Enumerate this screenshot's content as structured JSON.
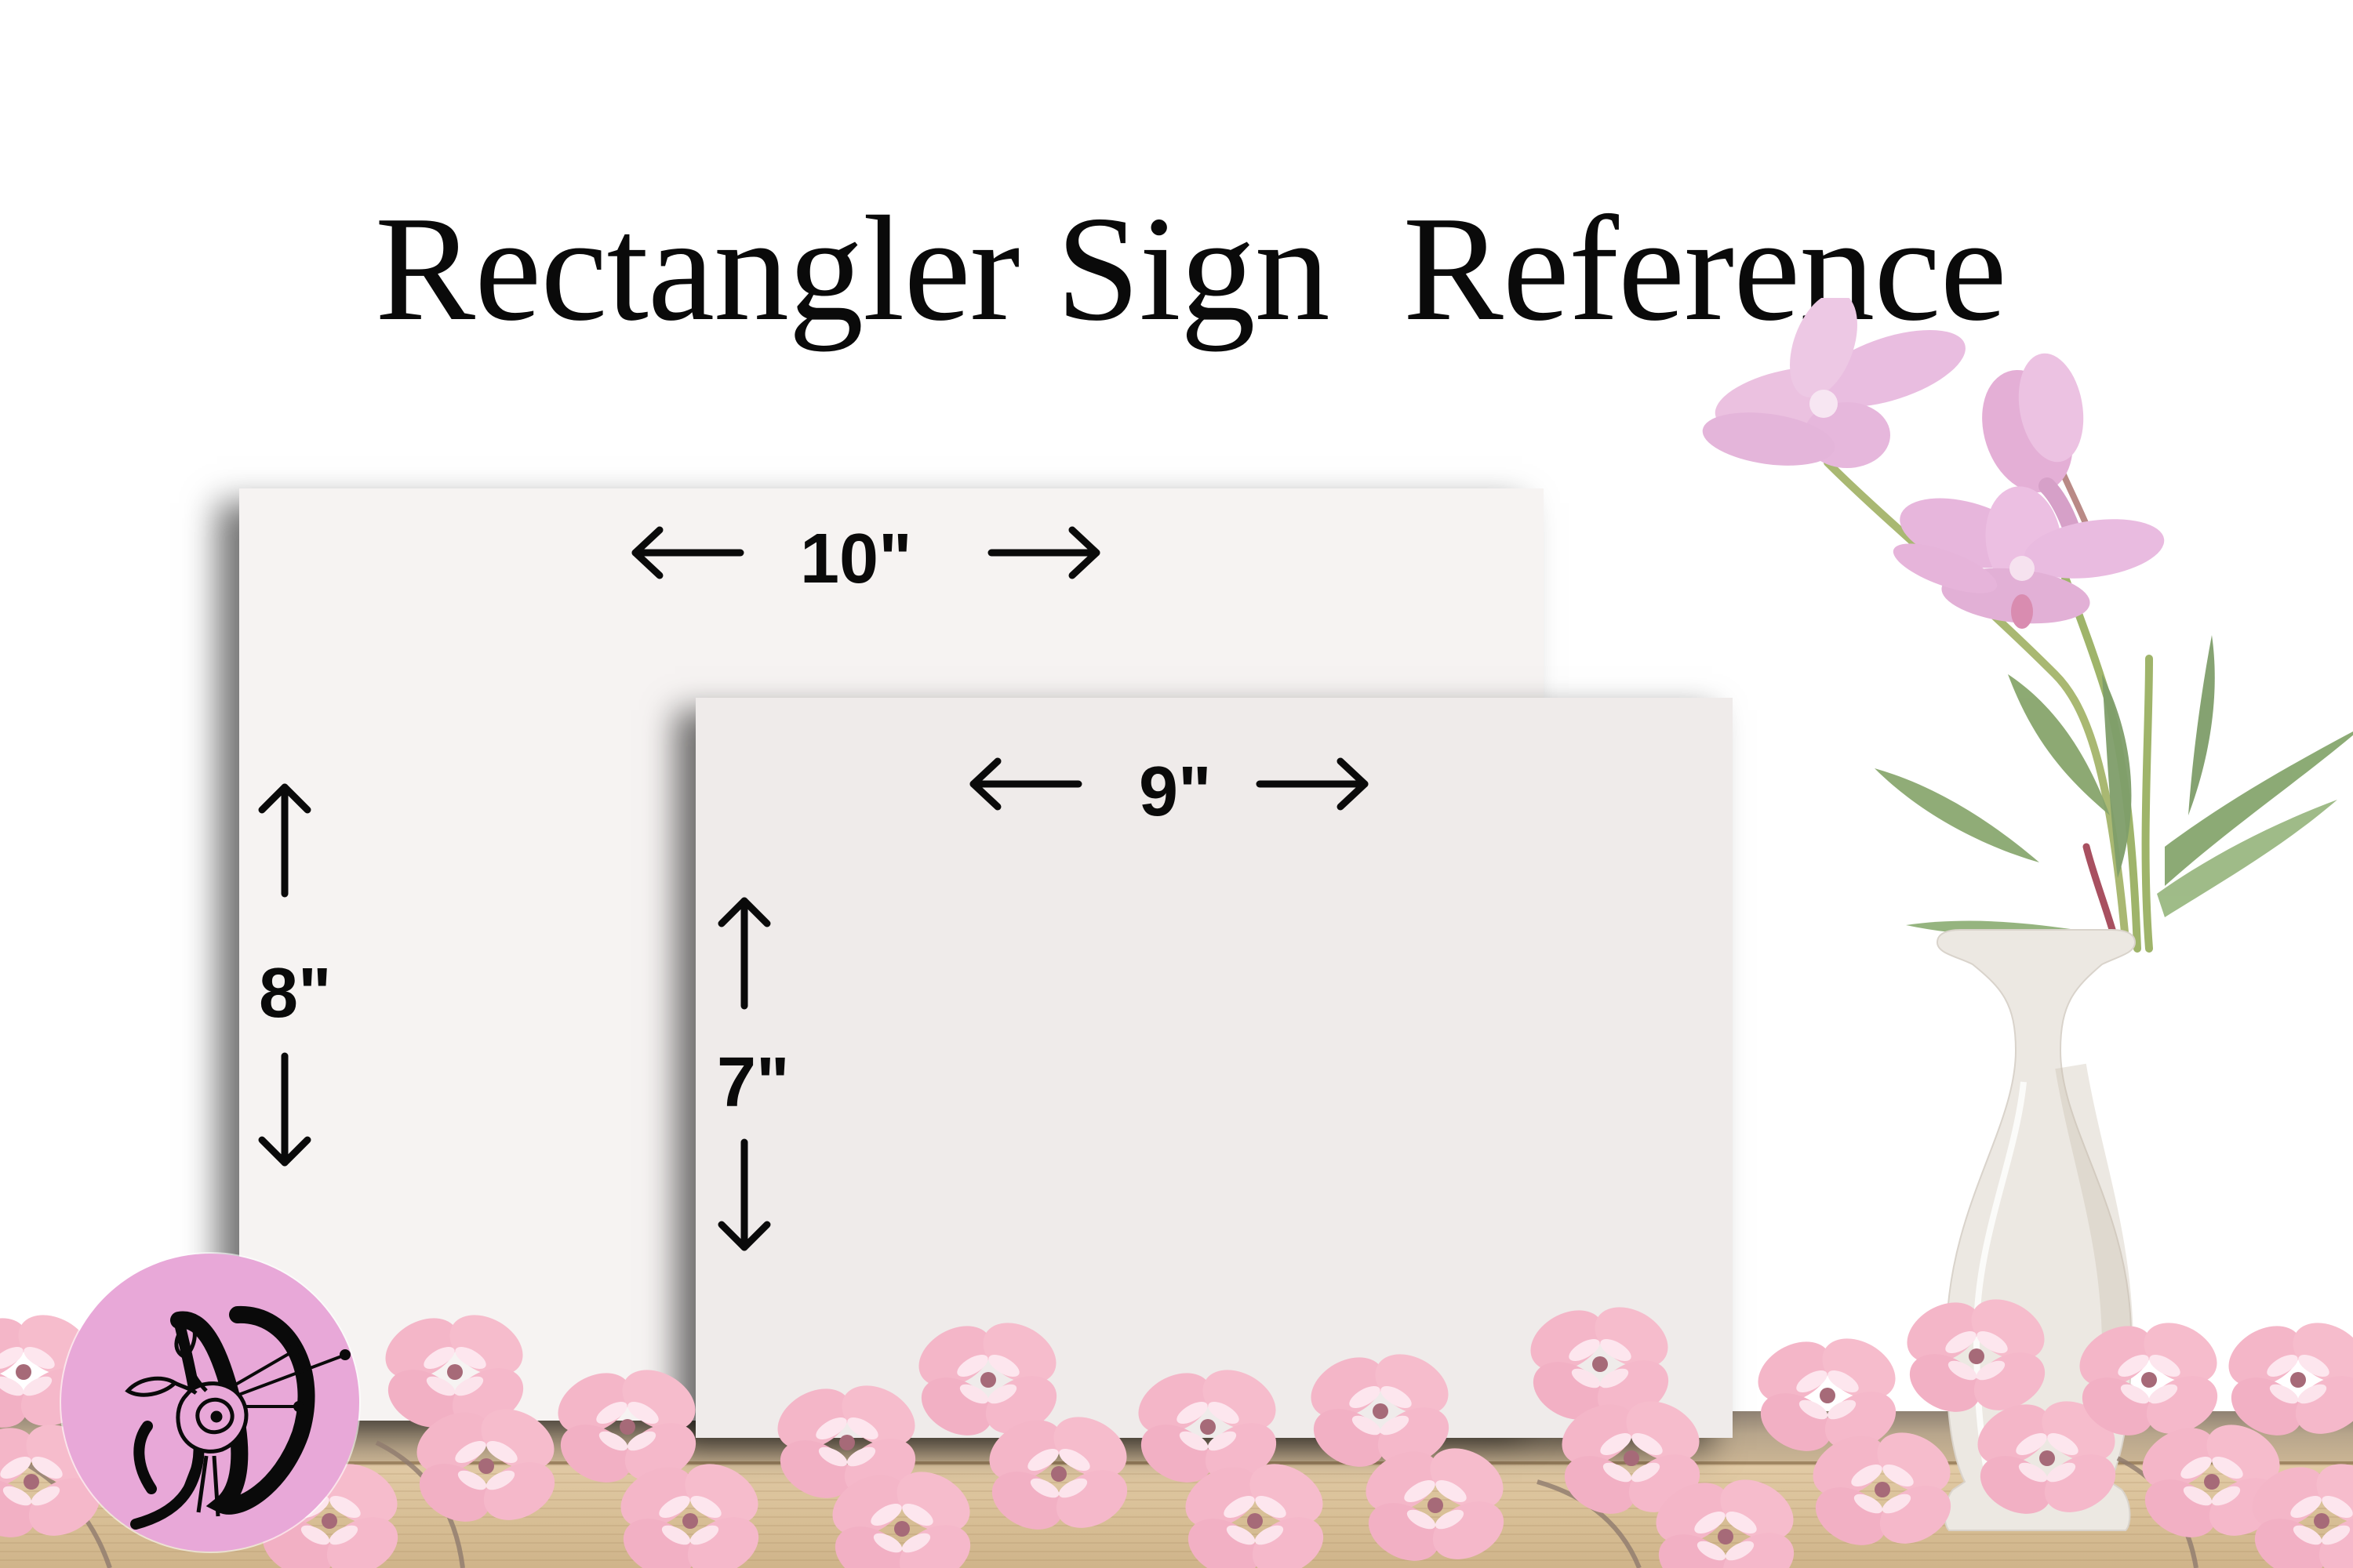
{
  "title": "Rectangler Sign  Reference",
  "signs": [
    {
      "id": "large",
      "width_label": "10\"",
      "height_label": "8\"",
      "color": "#f6f3f2"
    },
    {
      "id": "small",
      "width_label": "9\"",
      "height_label": "7\"",
      "color": "#efebea"
    }
  ],
  "icons": {
    "arrow_left": "arrow-left-icon",
    "arrow_right": "arrow-right-icon",
    "arrow_up": "arrow-up-icon",
    "arrow_down": "arrow-down-icon",
    "logo": "floral-monogram-logo",
    "vase": "vase-with-oleander",
    "flowers": "pink-geranium-border"
  },
  "colors": {
    "background": "#ffffff",
    "text": "#0a0a0a",
    "logo_circle": "#e8a8d8",
    "table_wood": "#d8bf96",
    "geranium_pink": "#f4b8c8",
    "oleander_pink": "#e8b8dc",
    "vase": "#ece8e2",
    "leaf_green": "#7f9e6a"
  }
}
